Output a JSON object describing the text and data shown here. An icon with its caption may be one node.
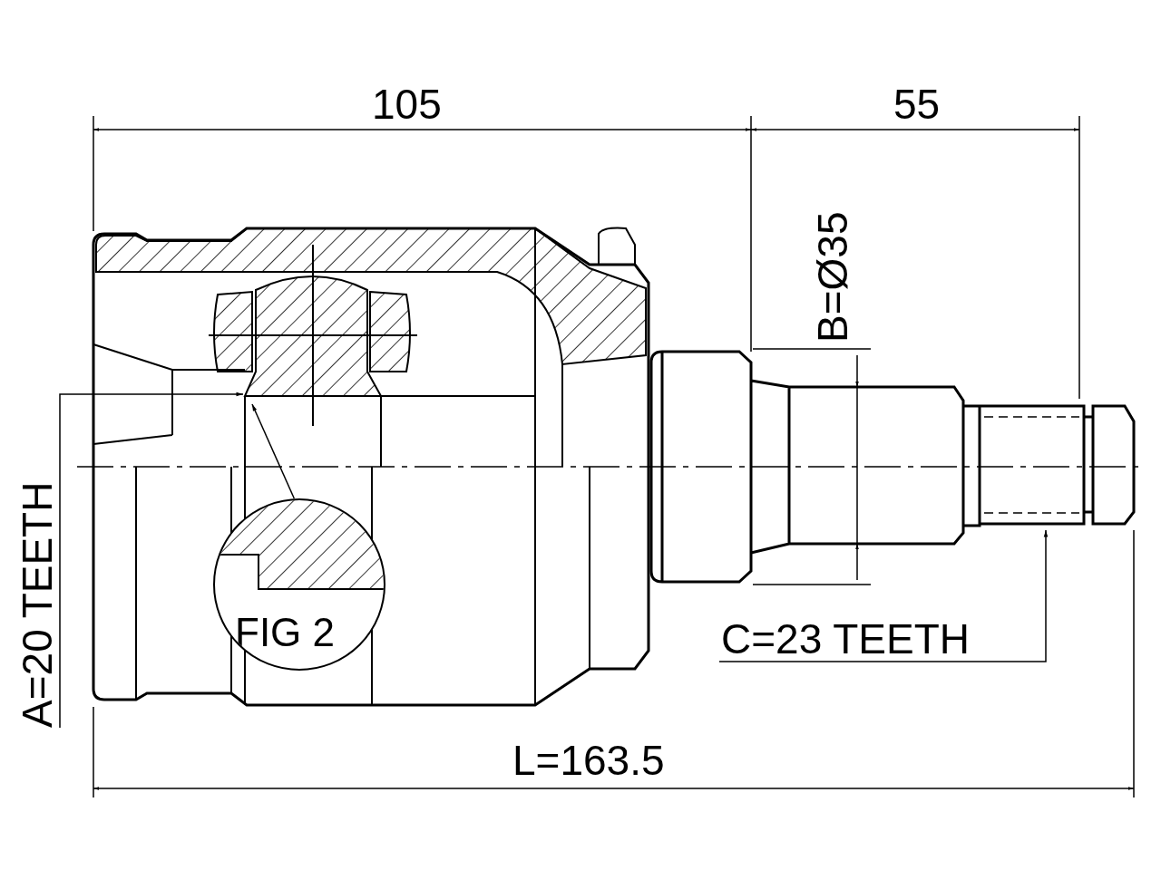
{
  "diagram": {
    "nodes": [
      {
        "text": [
          "A=20 TEETH"
        ]
      },
      {
        "text": [
          "C=23 TEETH"
        ]
      },
      {
        "text": [
          "FIG 2"
        ]
      }
    ],
    "edges": [
      {
        "from": 0,
        "to": null,
        "arrow": "to"
      },
      {
        "from": 1,
        "to": null,
        "arrow": "to"
      },
      {
        "from": 2,
        "to": null,
        "arrow": "to"
      }
    ],
    "labels": [
      "105",
      "55",
      "B=Ø35",
      "L=163.5"
    ]
  }
}
